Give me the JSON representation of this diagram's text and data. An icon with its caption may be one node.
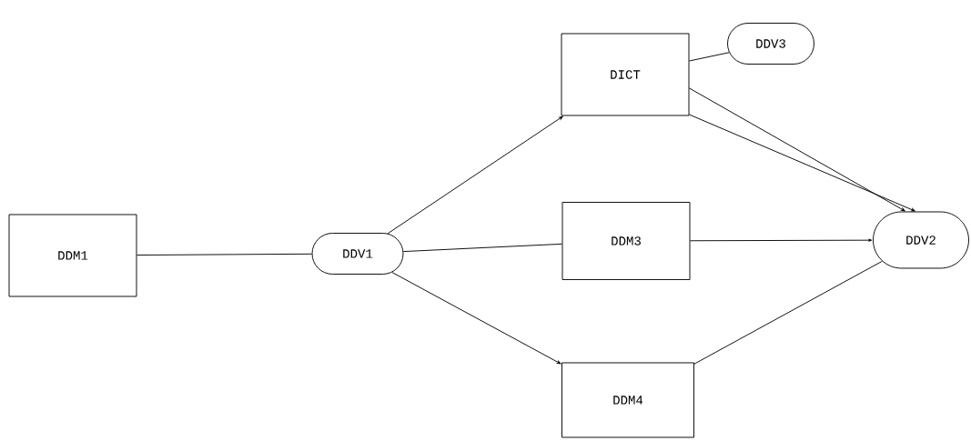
{
  "diagram": {
    "nodes": [
      {
        "text": [
          "DDM1"
        ]
      },
      {
        "text": [
          "DDV1"
        ]
      },
      {
        "text": [
          "DICT"
        ]
      },
      {
        "text": [
          "DDV3"
        ]
      },
      {
        "text": [
          "DDM3"
        ]
      },
      {
        "text": [
          "DDV2"
        ]
      },
      {
        "text": [
          "DDM4"
        ]
      }
    ],
    "edges": [
      {
        "from": 0,
        "to": 1,
        "arrow": "none"
      },
      {
        "from": 1,
        "to": 2,
        "arrow": "to"
      },
      {
        "from": 1,
        "to": 4,
        "arrow": "none"
      },
      {
        "from": 1,
        "to": 6,
        "arrow": "to"
      },
      {
        "from": 2,
        "to": 3,
        "arrow": "none"
      },
      {
        "from": 2,
        "to": 5,
        "arrow": "to"
      },
      {
        "from": 2,
        "to": 5,
        "arrow": "to"
      },
      {
        "from": 4,
        "to": 5,
        "arrow": "to"
      },
      {
        "from": 6,
        "to": 5,
        "arrow": "none"
      }
    ]
  }
}
